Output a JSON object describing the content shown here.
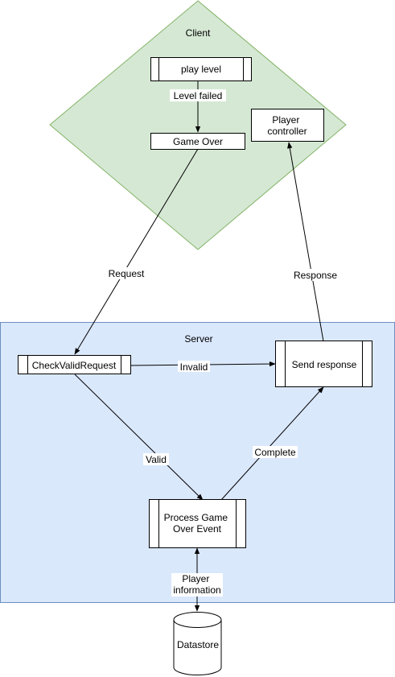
{
  "colors": {
    "client_fill": "#d5e8d4",
    "client_stroke": "#82b366",
    "server_fill": "#dae8fc",
    "server_stroke": "#6c8ebf",
    "box_fill": "#ffffff",
    "line": "#000000"
  },
  "regions": {
    "client_label": "Client",
    "server_label": "Server"
  },
  "nodes": {
    "play_level": "play level",
    "game_over": "Game Over",
    "player_controller": [
      "Player",
      "controller"
    ],
    "check_valid_request": "CheckValidRequest",
    "send_response": "Send response",
    "process_game_over": [
      "Process Game",
      "Over Event"
    ],
    "datastore": "Datastore"
  },
  "edges": {
    "level_failed": "Level failed",
    "request": "Request",
    "response": "Response",
    "invalid": "Invalid",
    "valid": "Valid",
    "complete": "Complete",
    "player_information": [
      "Player",
      "information"
    ]
  }
}
